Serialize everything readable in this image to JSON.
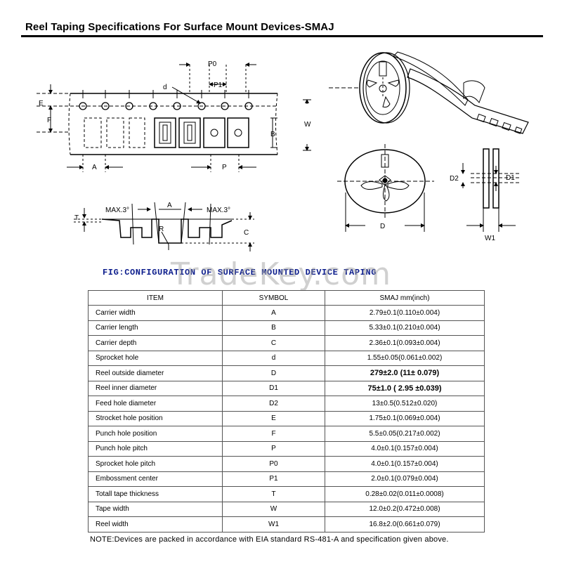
{
  "header": {
    "title": "Reel Taping Specifications For Surface Mount Devices-SMAJ"
  },
  "diagram_labels": {
    "P0": "P0",
    "d": "d",
    "P1": "P1",
    "E": "E",
    "F": "F",
    "B": "B",
    "W": "W",
    "A": "A",
    "P": "P",
    "T": "T",
    "max_left": "MAX.3°",
    "max_right": "MAX.3°",
    "A2": "A",
    "R": "R",
    "C": "C",
    "D2": "D2",
    "D1": "D1",
    "D": "D",
    "W1": "W1"
  },
  "figure_caption": "FIG:CONFIGURATION OF SURFACE MOUNTED DEVICE TAPING",
  "watermark": "TradeKey.com",
  "table": {
    "headers": {
      "item": "ITEM",
      "symbol": "SYMBOL",
      "value": "SMAJ mm(inch)"
    },
    "rows": [
      {
        "item": "Carrier width",
        "symbol": "A",
        "value": "2.79±0.1(0.110±0.004)"
      },
      {
        "item": "Carrier length",
        "symbol": "B",
        "value": "5.33±0.1(0.210±0.004)"
      },
      {
        "item": "Carrier depth",
        "symbol": "C",
        "value": "2.36±0.1(0.093±0.004)"
      },
      {
        "item": "Sprocket hole",
        "symbol": "d",
        "value": "1.55±0.05(0.061±0.002)"
      },
      {
        "item": "Reel outside diameter",
        "symbol": "D",
        "value": "279±2.0 (11± 0.079)"
      },
      {
        "item": "Reel inner diameter",
        "symbol": "D1",
        "value": "75±1.0 ( 2.95 ±0.039)"
      },
      {
        "item": "Feed hole diameter",
        "symbol": "D2",
        "value": "13±0.5(0.512±0.020)"
      },
      {
        "item": "Strocket hole position",
        "symbol": "E",
        "value": "1.75±0.1(0.069±0.004)"
      },
      {
        "item": "Punch hole position",
        "symbol": "F",
        "value": "5.5±0.05(0.217±0.002)"
      },
      {
        "item": "Punch hole pitch",
        "symbol": "P",
        "value": "4.0±0.1(0.157±0.004)"
      },
      {
        "item": "Sprocket hole pitch",
        "symbol": "P0",
        "value": "4.0±0.1(0.157±0.004)"
      },
      {
        "item": "Embossment center",
        "symbol": "P1",
        "value": "2.0±0.1(0.079±0.004)"
      },
      {
        "item": "Totall tape thickness",
        "symbol": "T",
        "value": "0.28±0.02(0.011±0.0008)"
      },
      {
        "item": "Tape width",
        "symbol": "W",
        "value": "12.0±0.2(0.472±0.008)"
      },
      {
        "item": "Reel width",
        "symbol": "W1",
        "value": "16.8±2.0(0.661±0.079)"
      }
    ]
  },
  "note": "NOTE:Devices are packed in accordance with EIA standard RS-481-A and specification given above."
}
